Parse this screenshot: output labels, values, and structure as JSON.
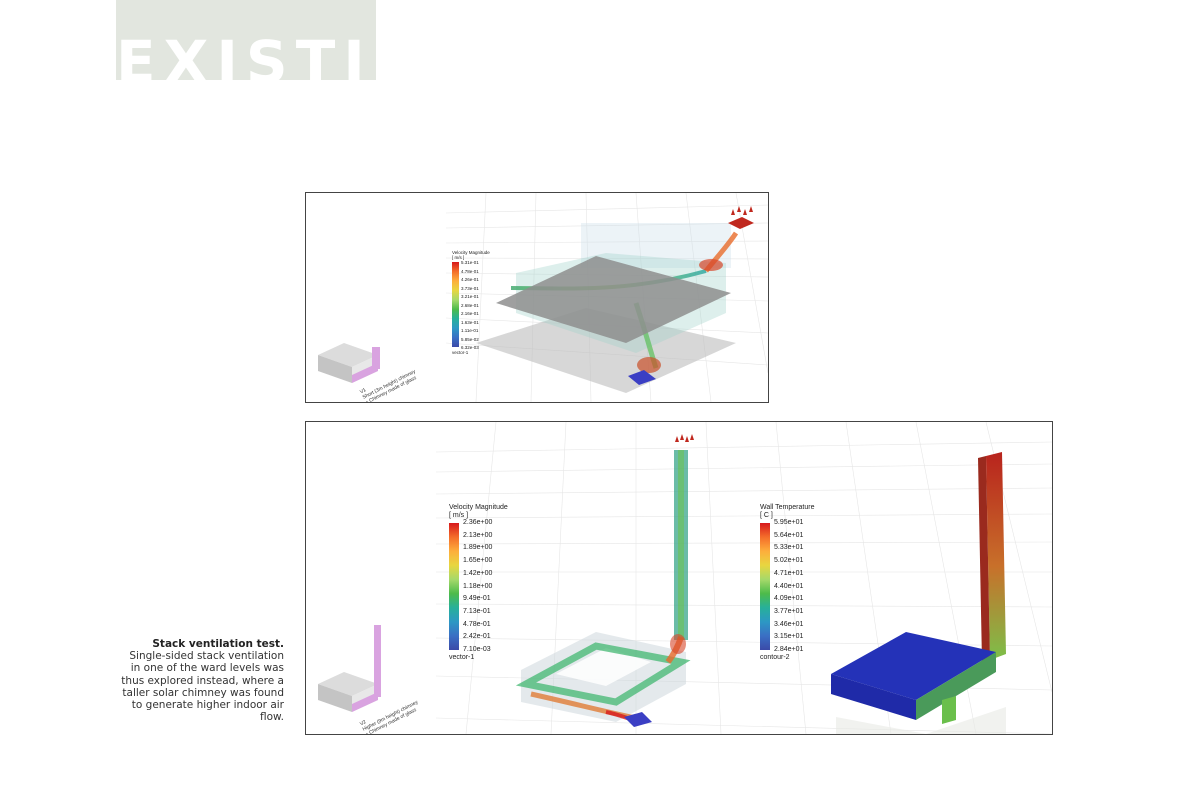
{
  "header": {
    "title": "EXISTING"
  },
  "caption": {
    "title": "Stack ventilation test.",
    "body": "Single-sided stack ventilation in one of the ward levels was thus explored instead, where a taller solar chimney was found to generate higher indoor air flow."
  },
  "top_figure": {
    "legend": {
      "title": "Velocity Magnitude",
      "unit": "[ m/s ]",
      "ticks": [
        "5.31e-01",
        "4.78e-01",
        "4.26e-01",
        "3.73e-01",
        "3.21e-01",
        "2.68e-01",
        "2.16e-01",
        "1.63e-01",
        "1.11e-01",
        "5.85e-02",
        "6.32e-03"
      ],
      "footer": "vector-1"
    },
    "model_caption": [
      "V1",
      "Short (3m height) chimney",
      "+ Chimney made of glass"
    ]
  },
  "bottom_figure": {
    "velocity_legend": {
      "title": "Velocity Magnitude",
      "unit": "[ m/s ]",
      "ticks": [
        "2.36e+00",
        "2.13e+00",
        "1.89e+00",
        "1.65e+00",
        "1.42e+00",
        "1.18e+00",
        "9.49e-01",
        "7.13e-01",
        "4.78e-01",
        "2.42e-01",
        "7.10e-03"
      ],
      "footer": "vector-1"
    },
    "temperature_legend": {
      "title": "Wall Temperature",
      "unit": "[ C ]",
      "ticks": [
        "5.95e+01",
        "5.64e+01",
        "5.33e+01",
        "5.02e+01",
        "4.71e+01",
        "4.40e+01",
        "4.09e+01",
        "3.77e+01",
        "3.46e+01",
        "3.15e+01",
        "2.84e+01"
      ],
      "footer": "contour-2"
    },
    "model_caption": [
      "V2",
      "Higher (9m height) chimney",
      "+ Chimney made of glass"
    ]
  },
  "colors": {
    "header_band": "#e2e6df",
    "header_text": "#ffffff",
    "model_glass": "#d9a3e0",
    "slab": "#8e8e8e",
    "building_blue": "#2432b8",
    "chimney_red": "#c0281e"
  }
}
